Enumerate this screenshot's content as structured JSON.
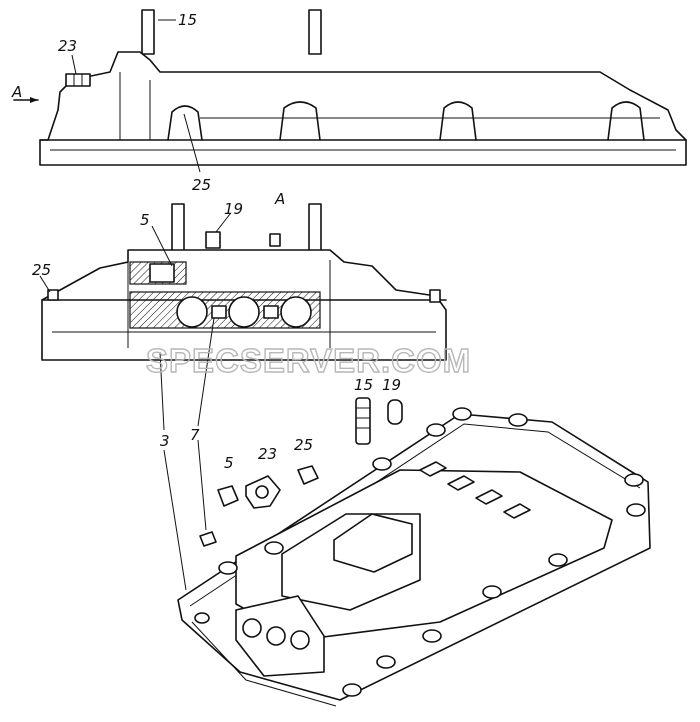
{
  "view_marker": "A",
  "section_marker": "A",
  "watermark": "SPECSERVER.COM",
  "callouts": {
    "c15_top": "15",
    "c23_top": "23",
    "c25_top": "25",
    "c5_mid": "5",
    "c19_mid": "19",
    "c25_mid": "25",
    "c15_low": "15",
    "c19_low": "19",
    "c3": "3",
    "c7": "7",
    "c5_low": "5",
    "c23_low": "23",
    "c25_low": "25"
  },
  "colors": {
    "line": "#111111",
    "watermark": "#b8b8b8",
    "background": "#ffffff"
  }
}
